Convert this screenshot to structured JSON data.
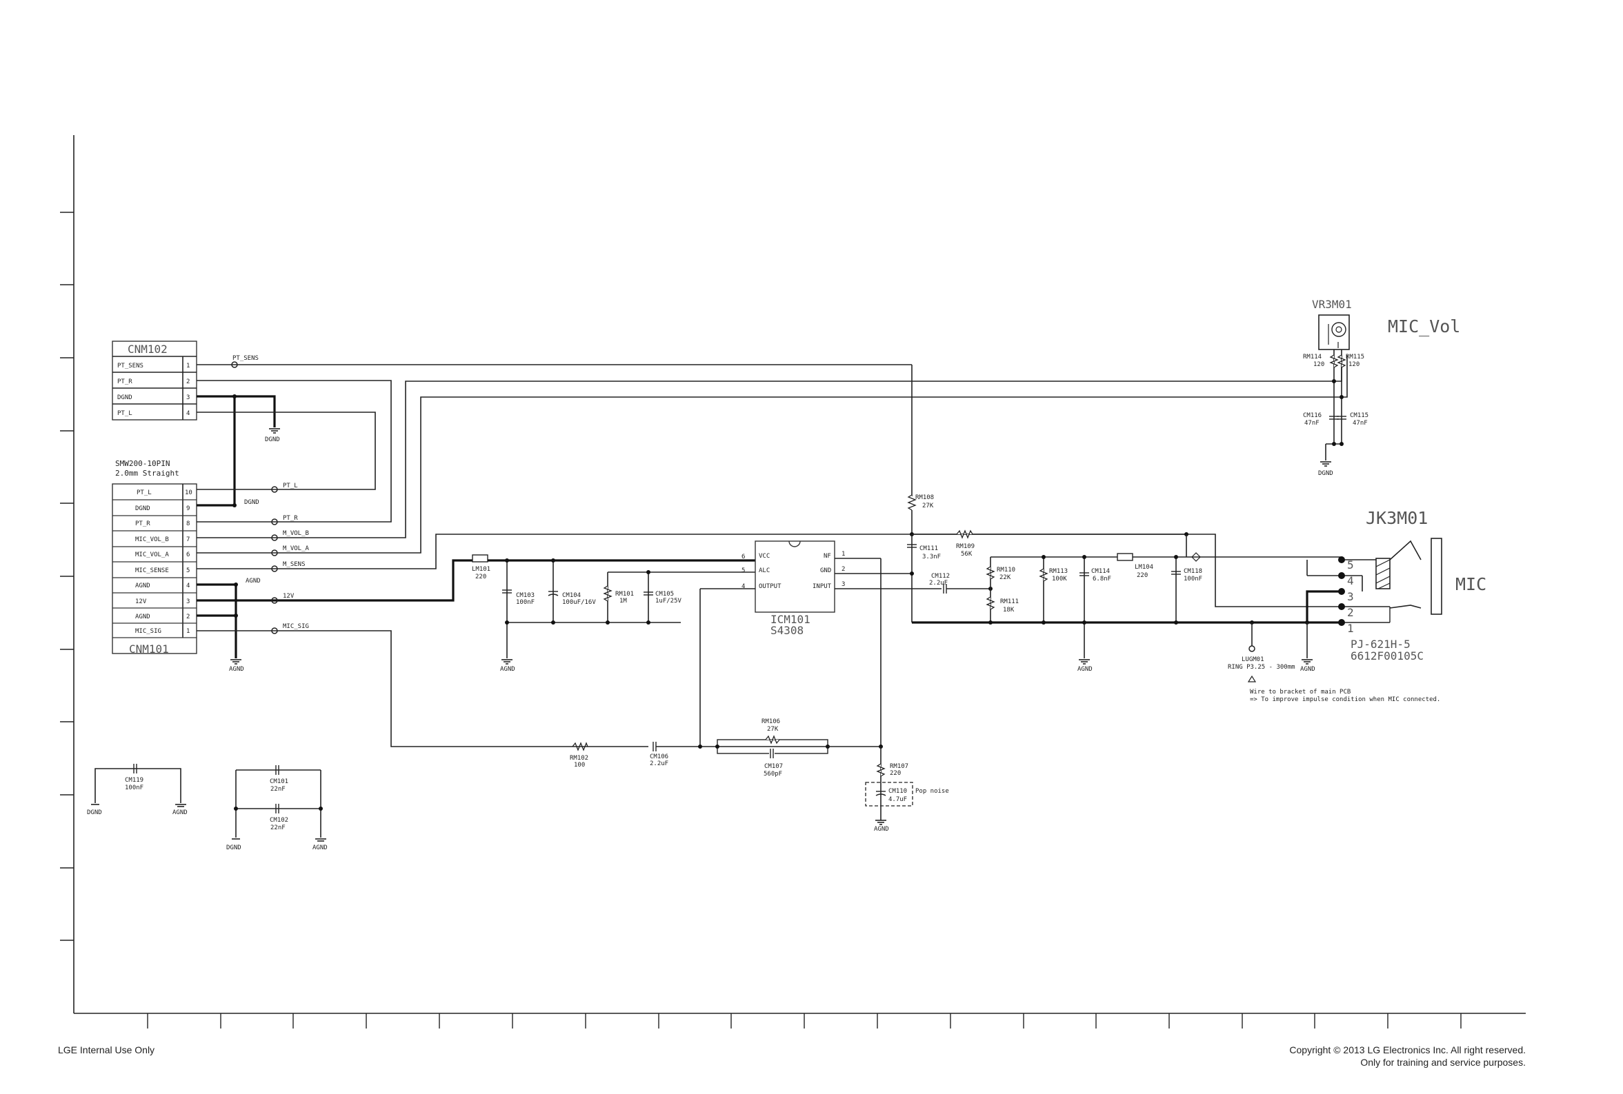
{
  "footer": {
    "left": "LGE Internal Use Only",
    "copyright": "Copyright © 2013 LG Electronics Inc. All right reserved.",
    "copyright2": "Only for training and service purposes."
  },
  "cnm102": {
    "title": "CNM102",
    "pins": [
      {
        "name": "PT_SENS",
        "num": "1"
      },
      {
        "name": "PT_R",
        "num": "2"
      },
      {
        "name": "DGND",
        "num": "3"
      },
      {
        "name": "PT_L",
        "num": "4"
      }
    ]
  },
  "cnm101": {
    "title": "CNM101",
    "desc1": "SMW200-10PIN",
    "desc2": "2.0mm Straight",
    "pins": [
      {
        "name": "PT_L",
        "num": "10"
      },
      {
        "name": "DGND",
        "num": "9"
      },
      {
        "name": "PT_R",
        "num": "8"
      },
      {
        "name": "MIC_VOL_B",
        "num": "7"
      },
      {
        "name": "MIC_VOL_A",
        "num": "6"
      },
      {
        "name": "MIC_SENSE",
        "num": "5"
      },
      {
        "name": "AGND",
        "num": "4"
      },
      {
        "name": "12V",
        "num": "3"
      },
      {
        "name": "AGND",
        "num": "2"
      },
      {
        "name": "MIC_SIG",
        "num": "1"
      }
    ]
  },
  "nets": {
    "pt_sens": "PT_SENS",
    "pt_l": "PT_L",
    "pt_r": "PT_R",
    "m_vol_b": "M_VOL_B",
    "m_vol_a": "M_VOL_A",
    "m_sens": "M_SENS",
    "v12": "12V",
    "mic_sig": "MIC_SIG",
    "dgnd": "DGND",
    "agnd": "AGND"
  },
  "ic": {
    "ref": "ICM101",
    "part": "S4308",
    "left_pins": [
      {
        "num": "6",
        "name": "VCC"
      },
      {
        "num": "5",
        "name": "ALC"
      },
      {
        "num": "4",
        "name": "OUTPUT"
      }
    ],
    "right_pins": [
      {
        "num": "1",
        "name": "NF"
      },
      {
        "num": "2",
        "name": "GND"
      },
      {
        "num": "3",
        "name": "INPUT"
      }
    ]
  },
  "parts": {
    "lm101": {
      "ref": "LM101",
      "val": "220"
    },
    "cm103": {
      "ref": "CM103",
      "val": "100nF"
    },
    "cm104": {
      "ref": "CM104",
      "val": "100uF/16V"
    },
    "rm101": {
      "ref": "RM101",
      "val": "1M"
    },
    "cm105": {
      "ref": "CM105",
      "val": "1uF/25V"
    },
    "rm108": {
      "ref": "RM108",
      "val": "27K"
    },
    "cm111": {
      "ref": "CM111",
      "val": "3.3nF"
    },
    "rm109": {
      "ref": "RM109",
      "val": "56K"
    },
    "cm112": {
      "ref": "CM112",
      "val": "2.2uF"
    },
    "rm110": {
      "ref": "RM110",
      "val": "22K"
    },
    "rm111": {
      "ref": "RM111",
      "val": "18K"
    },
    "rm113": {
      "ref": "RM113",
      "val": "100K"
    },
    "cm114": {
      "ref": "CM114",
      "val": "6.8nF"
    },
    "lm104": {
      "ref": "LM104",
      "val": "220"
    },
    "cm118": {
      "ref": "CM118",
      "val": "100nF"
    },
    "rm102": {
      "ref": "RM102",
      "val": "100"
    },
    "cm106": {
      "ref": "CM106",
      "val": "2.2uF"
    },
    "rm106": {
      "ref": "RM106",
      "val": "27K"
    },
    "cm107": {
      "ref": "CM107",
      "val": "560pF"
    },
    "rm107": {
      "ref": "RM107",
      "val": "220"
    },
    "cm110": {
      "ref": "CM110",
      "val": "4.7uF",
      "note": "Pop noise"
    },
    "cm119": {
      "ref": "CM119",
      "val": "100nF"
    },
    "cm101": {
      "ref": "CM101",
      "val": "22nF"
    },
    "cm102": {
      "ref": "CM102",
      "val": "22nF"
    },
    "rm114": {
      "ref": "RM114",
      "val": "120"
    },
    "rm115": {
      "ref": "RM115",
      "val": "120"
    },
    "cm116": {
      "ref": "CM116",
      "val": "47nF"
    },
    "cm115": {
      "ref": "CM115",
      "val": "47nF"
    }
  },
  "volume": {
    "ref": "VR3M01",
    "label": "MIC_Vol"
  },
  "jack": {
    "ref": "JK3M01",
    "label": "MIC",
    "part": "PJ-621H-5",
    "code": "6612F00105C",
    "pins": [
      "5",
      "4",
      "3",
      "2",
      "1"
    ]
  },
  "lug": {
    "ref": "LUGM01",
    "desc": "RING P3.25 - 300mm",
    "note1": "Wire to bracket of main PCB",
    "note2": "=> To improve impulse condition when MIC connected."
  }
}
